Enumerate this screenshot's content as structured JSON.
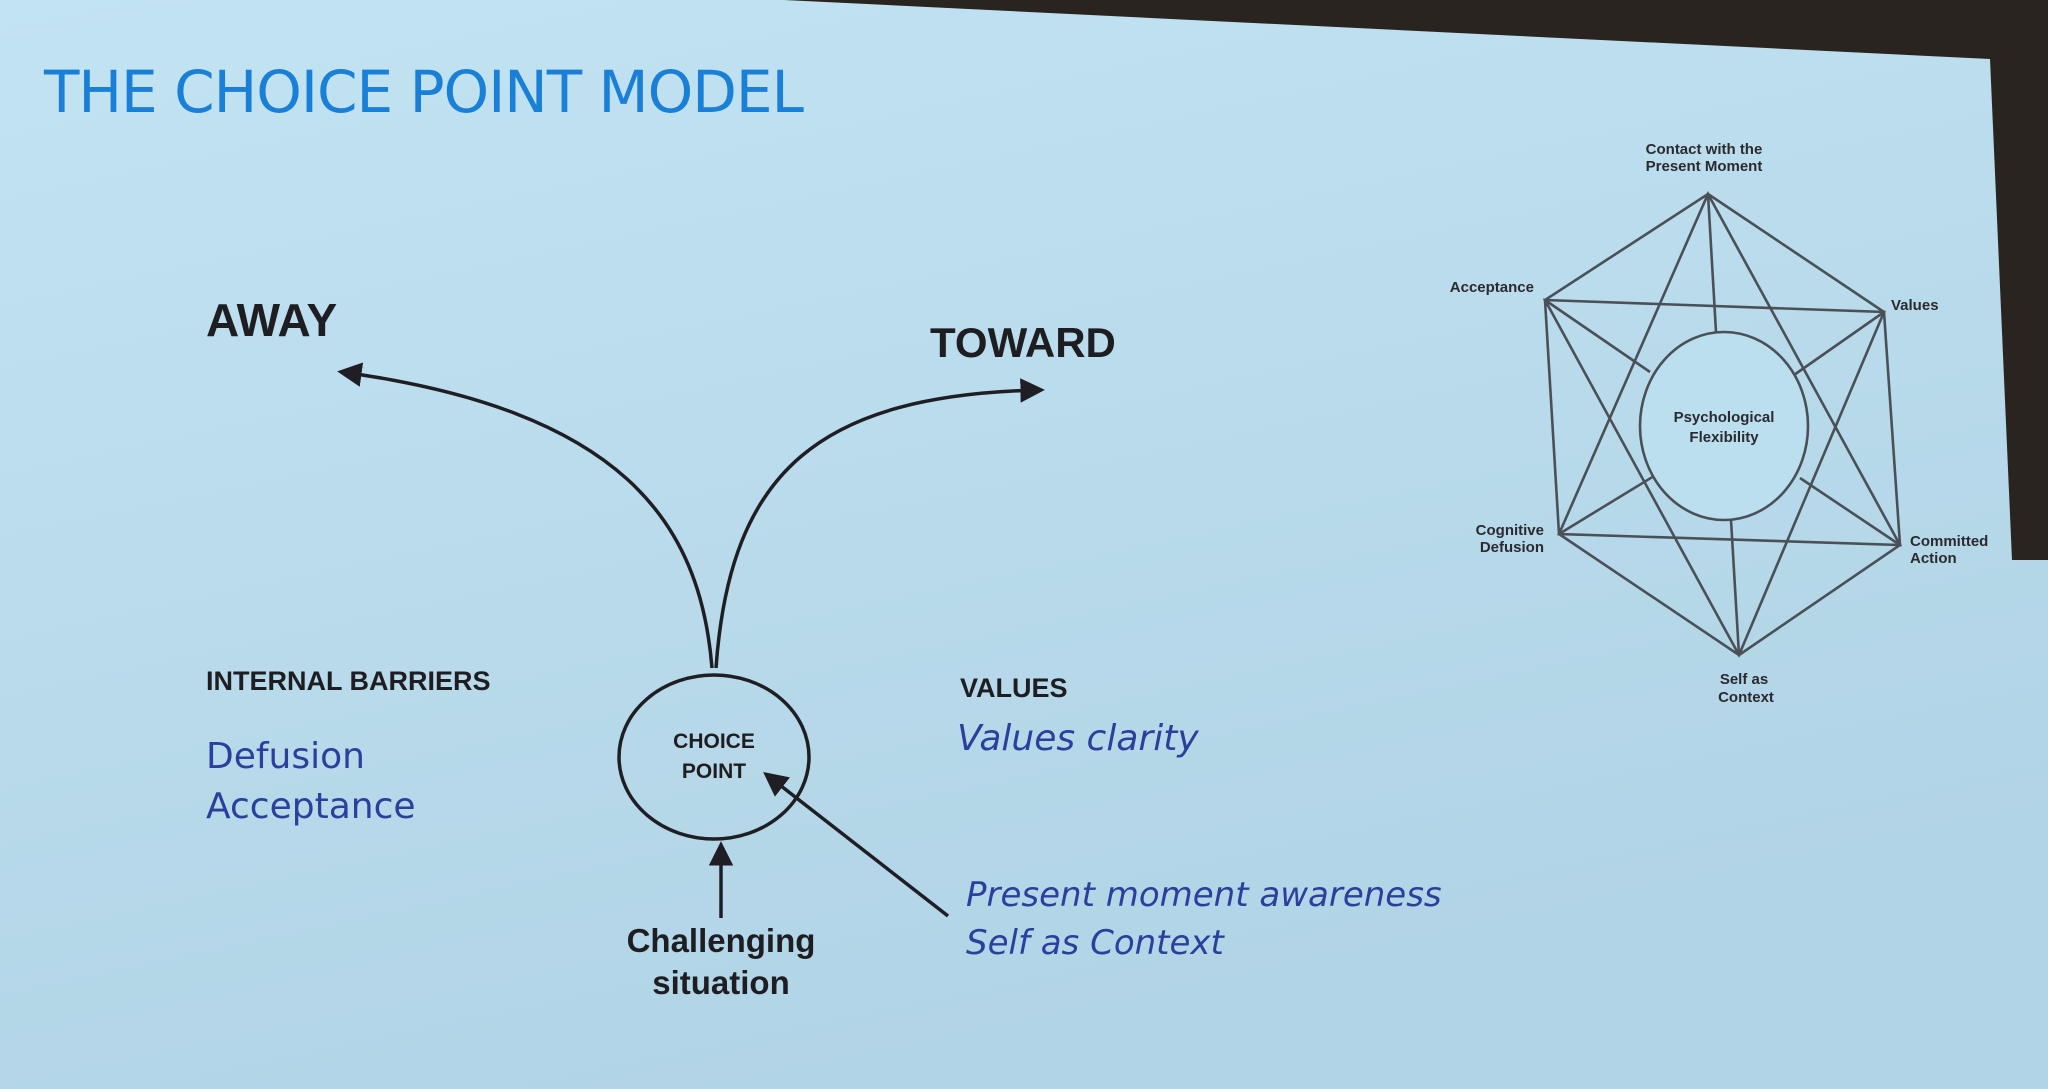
{
  "slide": {
    "title": "THE CHOICE POINT MODEL",
    "away_label": "AWAY",
    "toward_label": "TOWARD",
    "choice_point": [
      "CHOICE",
      "POINT"
    ],
    "challenging_situation": [
      "Challenging",
      "situation"
    ],
    "internal_barriers": {
      "heading": "INTERNAL BARRIERS",
      "items": [
        "Defusion",
        "Acceptance"
      ]
    },
    "values": {
      "heading": "VALUES",
      "items": [
        "Values clarity"
      ]
    },
    "awareness": {
      "items": [
        "Present moment awareness",
        "Self as Context"
      ]
    },
    "hexaflex": {
      "center": [
        "Psychological",
        "Flexibility"
      ],
      "top": [
        "Contact with the",
        "Present Moment"
      ],
      "acceptance": "Acceptance",
      "values": "Values",
      "cognitive_defusion": [
        "Cognitive",
        "Defusion"
      ],
      "committed_action": [
        "Committed",
        "Action"
      ],
      "self_as_context": [
        "Self as",
        "Context"
      ]
    }
  },
  "colors": {
    "background": "#bcdff0",
    "title": "#1a7fd6",
    "accent_text": "#2b3f9c"
  }
}
